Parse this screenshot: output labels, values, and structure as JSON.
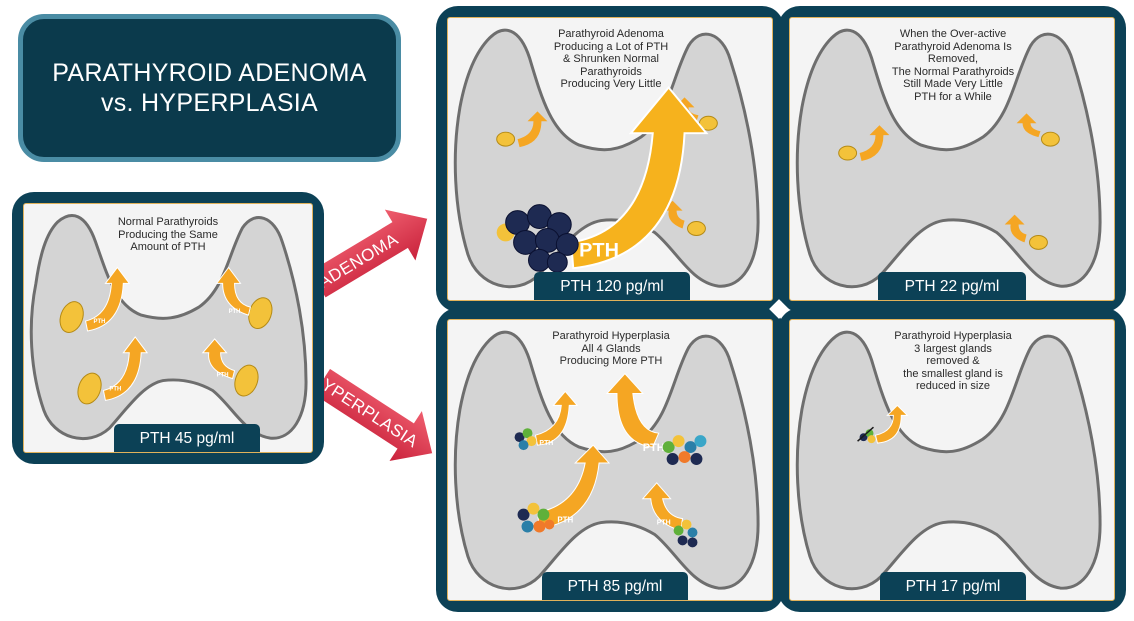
{
  "title": {
    "line1": "PARATHYROID ADENOMA",
    "line2": "vs. HYPERPLASIA"
  },
  "panels": {
    "normal": {
      "caption": [
        "Normal Parathyroids",
        "Producing the Same",
        "Amount of PTH"
      ],
      "label": "PTH 45 pg/ml"
    },
    "adenoma": {
      "caption": [
        "Parathyroid Adenoma",
        "Producing a Lot of PTH",
        "& Shrunken Normal",
        "Parathyroids",
        "Producing Very Little"
      ],
      "label": "PTH 120 pg/ml"
    },
    "adenoma_removed": {
      "caption": [
        "When the Over-active",
        "Parathyroid Adenoma Is",
        "Removed,",
        "The Normal Parathyroids",
        "Still Made Very Little",
        "PTH for a While"
      ],
      "label": "PTH 22 pg/ml"
    },
    "hyperplasia": {
      "caption": [
        "Parathyroid Hyperplasia",
        "All 4 Glands",
        "Producing More PTH"
      ],
      "label": "PTH 85 pg/ml"
    },
    "hyperplasia_removed": {
      "caption": [
        "Parathyroid Hyperplasia",
        "3 largest glands",
        "removed &",
        "the smallest gland is",
        "reduced in size"
      ],
      "label": "PTH 17 pg/ml"
    }
  },
  "arrows": {
    "adenoma": "ADENOMA",
    "hyperplasia": "HYPERPLASIA"
  },
  "pth_label": "PTH",
  "colors": {
    "navy": "#0c4156",
    "title_border": "#4a8ca4",
    "arrow_red": "#e0344a",
    "gland_yellow": "#f3c23a",
    "thyroid_gray": "#d4d4d4",
    "outline_gray": "#6e6e6e"
  }
}
